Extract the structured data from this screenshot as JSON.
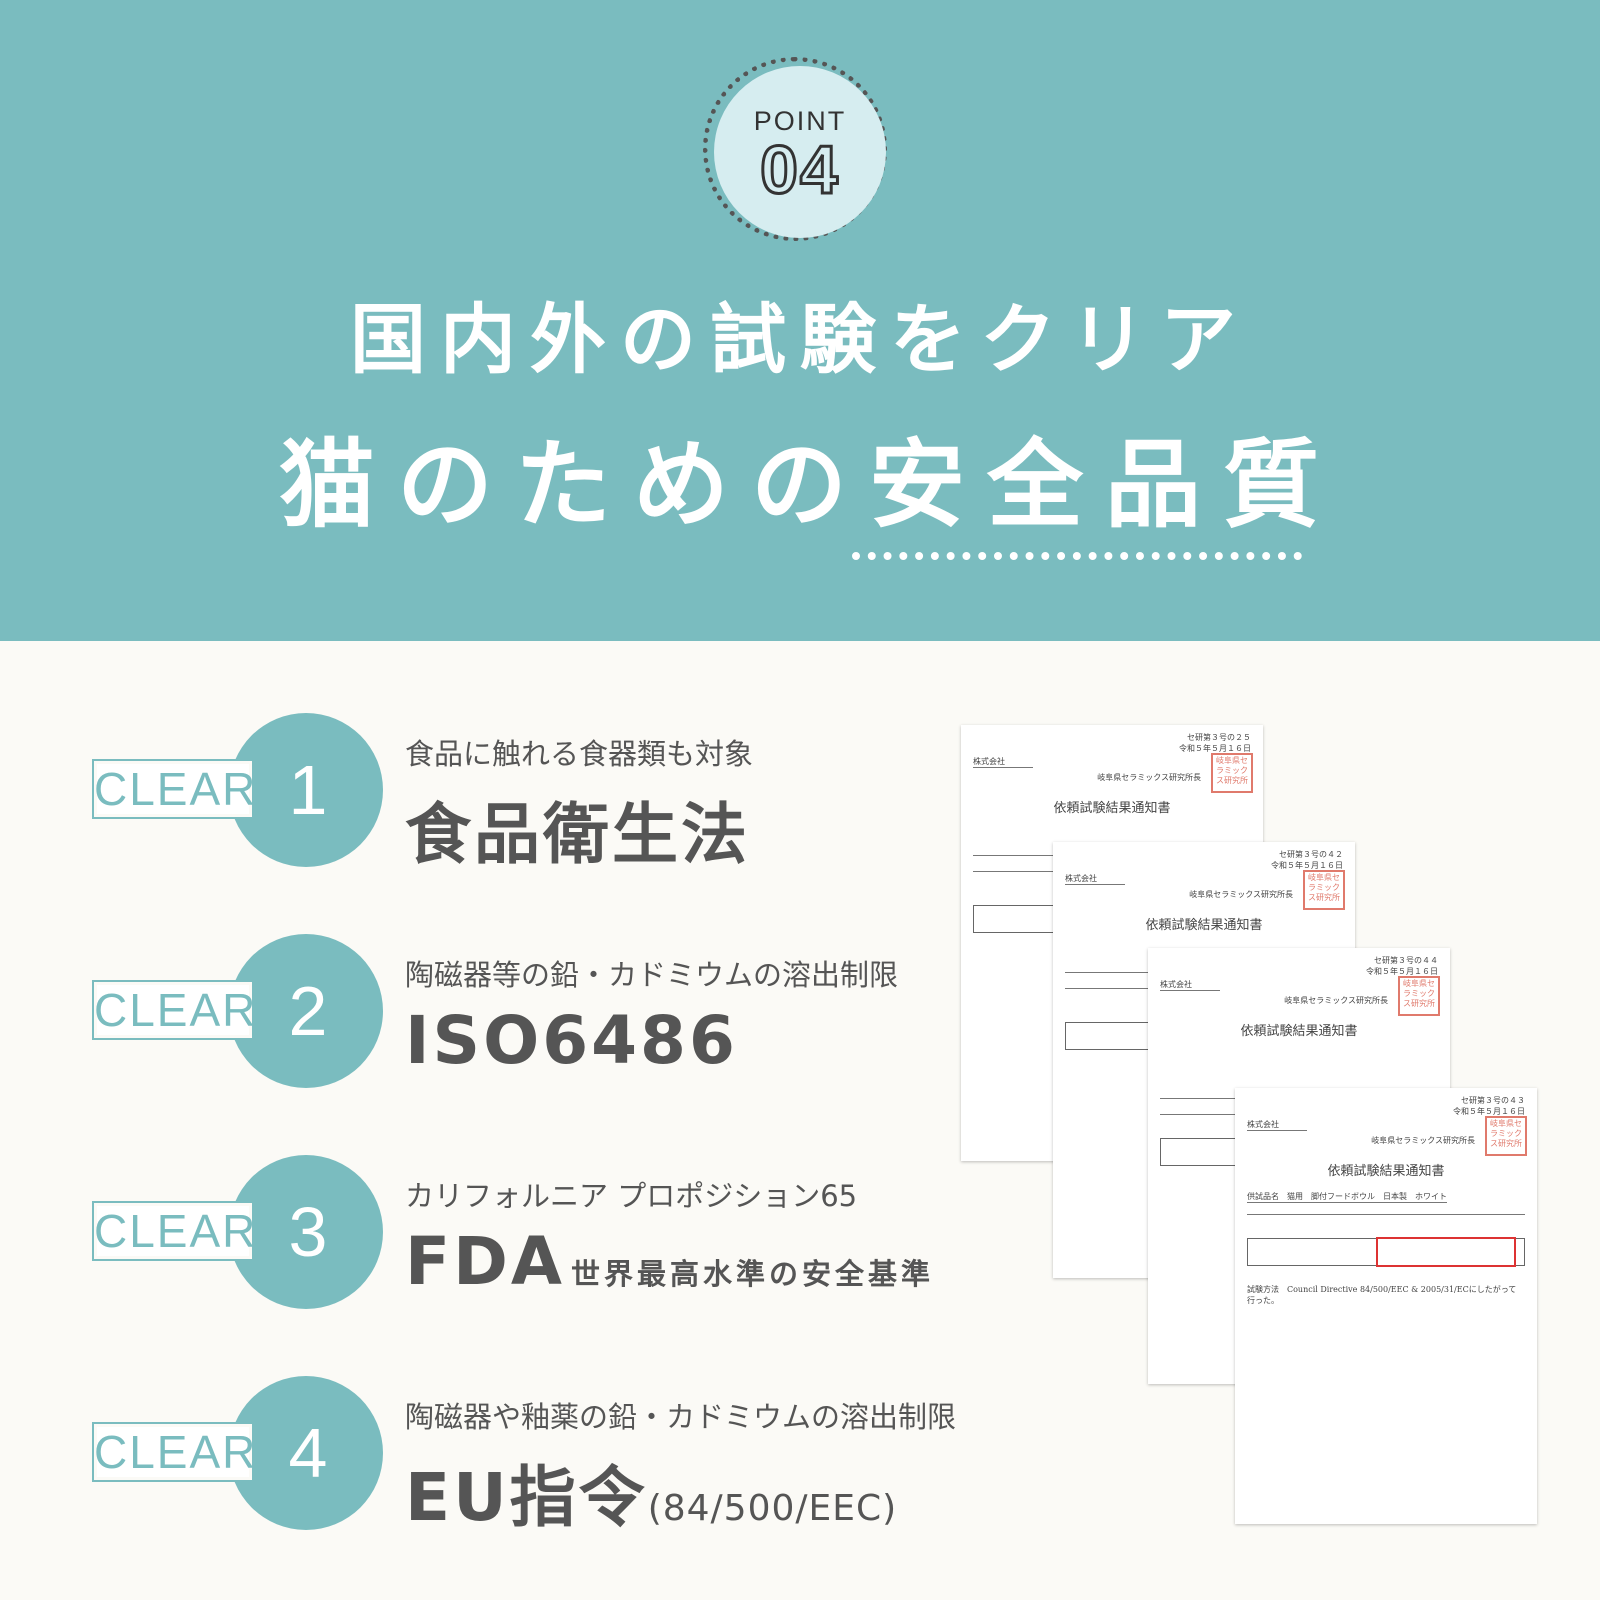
{
  "header": {
    "badge": {
      "label": "POINT",
      "number": "04"
    },
    "title_line1": "国内外の試験をクリア",
    "title_line2": "猫のための安全品質"
  },
  "colors": {
    "accent": "#7abcbf",
    "badge_fill": "#d6edf0",
    "background": "#fbfaf6",
    "text": "#555555"
  },
  "items": [
    {
      "tag": "CLEAR",
      "number": "1",
      "subtitle": "食品に触れる食器類も対象",
      "title": "食品衛生法"
    },
    {
      "tag": "CLEAR",
      "number": "2",
      "subtitle": "陶磁器等の鉛・カドミウムの溶出制限",
      "title": "ISO6486"
    },
    {
      "tag": "CLEAR",
      "number": "3",
      "subtitle": "カリフォルニア プロポジション65",
      "title": "FDA",
      "title_note": "世界最高水準の安全基準"
    },
    {
      "tag": "CLEAR",
      "number": "4",
      "subtitle": "陶磁器や釉薬の鉛・カドミウムの溶出制限",
      "title": "EU指令",
      "title_note": "(84/500/EEC)"
    }
  ],
  "documents": [
    {
      "number": "セ研第３号の２５",
      "date": "令和５年５月１６日",
      "title": "依頼試験結果通知書",
      "issuer": "岐阜県セラミックス研究所長",
      "client": "株式会社　",
      "stamp": "岐阜県セラミックス研究所"
    },
    {
      "number": "セ研第３号の４２",
      "date": "令和５年５月１６日",
      "title": "依頼試験結果通知書",
      "issuer": "岐阜県セラミックス研究所長",
      "client": "株式会社　",
      "stamp": "岐阜県セラミックス研究所"
    },
    {
      "number": "セ研第３号の４４",
      "date": "令和５年５月１６日",
      "title": "依頼試験結果通知書",
      "issuer": "岐阜県セラミックス研究所長",
      "client": "株式会社　",
      "stamp": "岐阜県セラミックス研究所"
    },
    {
      "number": "セ研第３号の４３",
      "date": "令和５年５月１６日",
      "title": "依頼試験結果通知書",
      "issuer": "岐阜県セラミックス研究所長",
      "client": "株式会社　",
      "stamp": "岐阜県セラミックス研究所",
      "sample": "供試品名　猫用　脚付フードボウル　日本製　ホワイト",
      "method": "試験方法　Council Directive 84/500/EEC & 2005/31/ECにしたがって行った。"
    }
  ]
}
